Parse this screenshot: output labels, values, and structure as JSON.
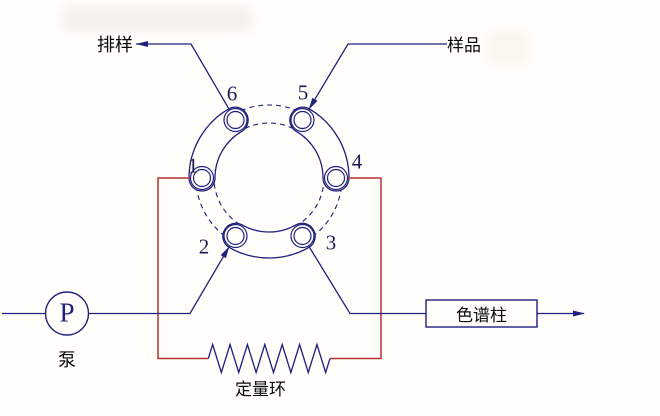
{
  "diagram": {
    "type": "six-port-injection-valve-schematic",
    "labels": {
      "waste": "排样",
      "sample": "样品",
      "pump": "泵",
      "loop": "定量环",
      "column": "色谱柱"
    },
    "pump_symbol": "P",
    "ports": [
      {
        "number": "1"
      },
      {
        "number": "2"
      },
      {
        "number": "3"
      },
      {
        "number": "4"
      },
      {
        "number": "5"
      },
      {
        "number": "6"
      }
    ],
    "colors": {
      "line_navy": "#20207e",
      "loop_red": "#b23333",
      "number_navy": "#1b1b55",
      "text_black": "#0a0a0a",
      "background": "#fffefb"
    }
  }
}
